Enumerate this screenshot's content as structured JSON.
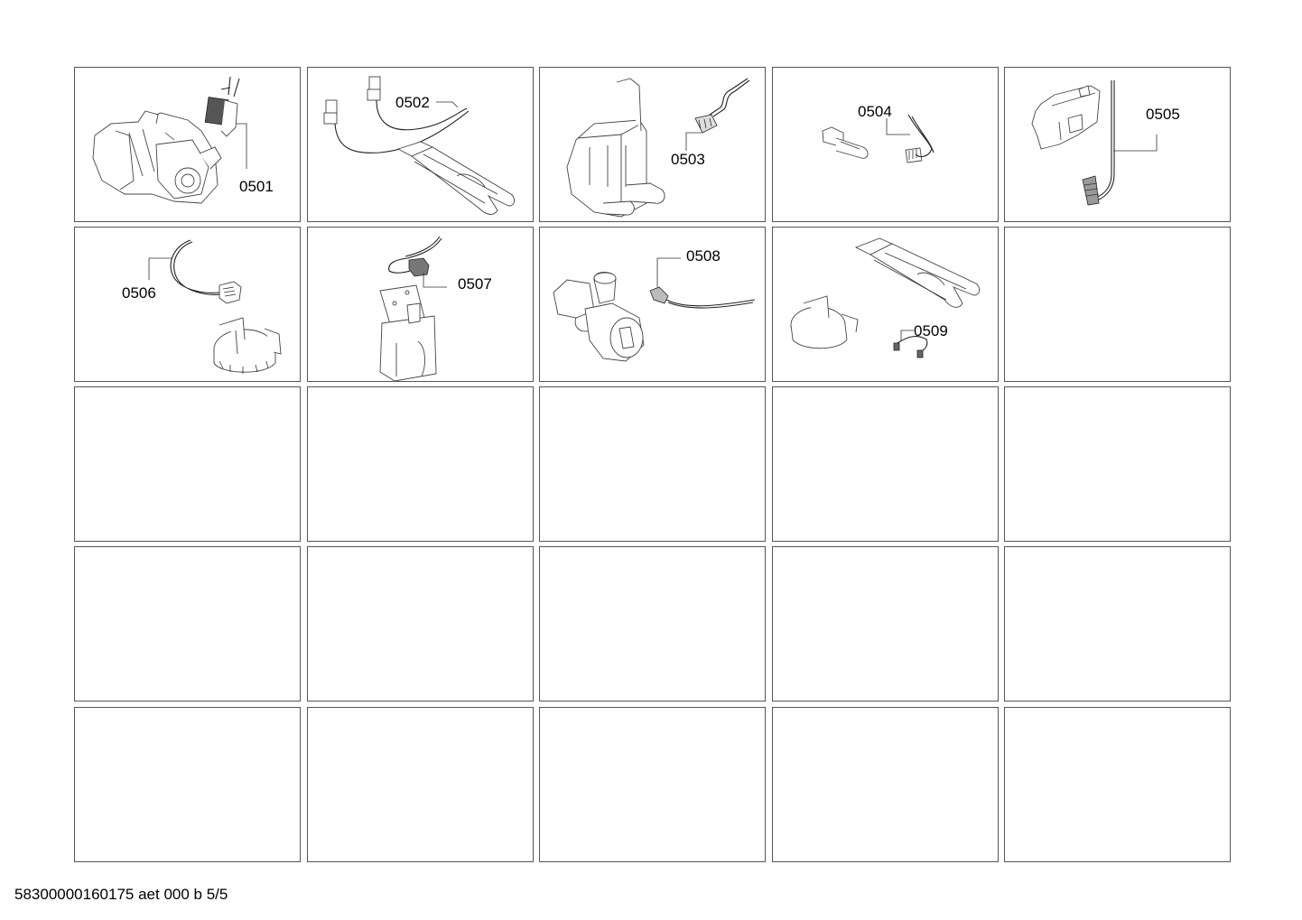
{
  "document": {
    "footer": "58300000160175 aet 000 b 5/5"
  },
  "grid": {
    "rows": 5,
    "columns": 5,
    "cells": [
      {
        "row": 1,
        "col": 1,
        "label": "0501",
        "part": "motor-with-carbon-brush"
      },
      {
        "row": 1,
        "col": 2,
        "label": "0502",
        "part": "heating-element-with-wires"
      },
      {
        "row": 1,
        "col": 3,
        "label": "0503",
        "part": "water-inlet-valve-connector"
      },
      {
        "row": 1,
        "col": 4,
        "label": "0504",
        "part": "ntc-sensor-connector"
      },
      {
        "row": 1,
        "col": 5,
        "label": "0505",
        "part": "door-lock-cable"
      },
      {
        "row": 2,
        "col": 1,
        "label": "0506",
        "part": "pressure-switch-cable"
      },
      {
        "row": 2,
        "col": 2,
        "label": "0507",
        "part": "interference-suppressor-cable"
      },
      {
        "row": 2,
        "col": 3,
        "label": "0508",
        "part": "drain-pump-cable"
      },
      {
        "row": 2,
        "col": 4,
        "label": "0509",
        "part": "heater-pressure-switch-jumper"
      },
      {
        "row": 2,
        "col": 5,
        "label": "",
        "part": ""
      },
      {
        "row": 3,
        "col": 1,
        "label": "",
        "part": ""
      },
      {
        "row": 3,
        "col": 2,
        "label": "",
        "part": ""
      },
      {
        "row": 3,
        "col": 3,
        "label": "",
        "part": ""
      },
      {
        "row": 3,
        "col": 4,
        "label": "",
        "part": ""
      },
      {
        "row": 3,
        "col": 5,
        "label": "",
        "part": ""
      },
      {
        "row": 4,
        "col": 1,
        "label": "",
        "part": ""
      },
      {
        "row": 4,
        "col": 2,
        "label": "",
        "part": ""
      },
      {
        "row": 4,
        "col": 3,
        "label": "",
        "part": ""
      },
      {
        "row": 4,
        "col": 4,
        "label": "",
        "part": ""
      },
      {
        "row": 4,
        "col": 5,
        "label": "",
        "part": ""
      },
      {
        "row": 5,
        "col": 1,
        "label": "",
        "part": ""
      },
      {
        "row": 5,
        "col": 2,
        "label": "",
        "part": ""
      },
      {
        "row": 5,
        "col": 3,
        "label": "",
        "part": ""
      },
      {
        "row": 5,
        "col": 4,
        "label": "",
        "part": ""
      },
      {
        "row": 5,
        "col": 5,
        "label": "",
        "part": ""
      }
    ]
  },
  "colors": {
    "border": "#555555",
    "background": "#ffffff",
    "text": "#000000"
  }
}
